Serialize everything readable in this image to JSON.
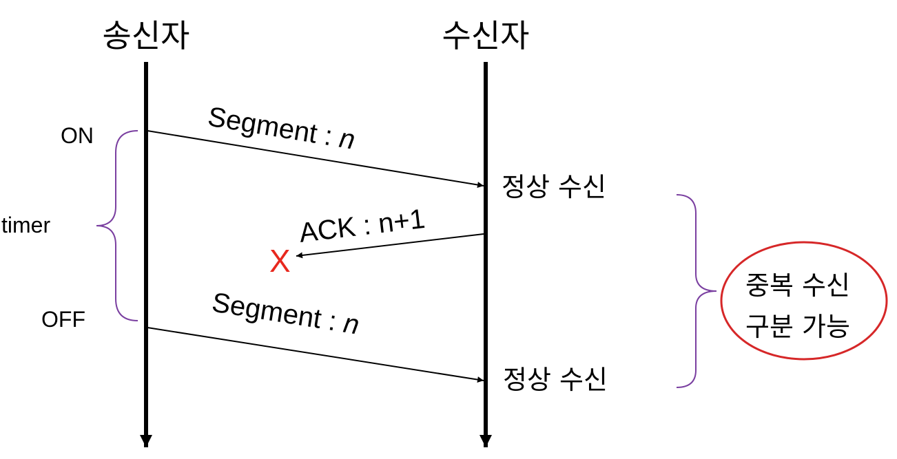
{
  "actors": {
    "sender": "송신자",
    "receiver": "수신자"
  },
  "messages": [
    {
      "prefix": "Segment : ",
      "variable": "n",
      "from": "sender",
      "to": "receiver",
      "outcome": "delivered"
    },
    {
      "text": "ACK : n+1",
      "from": "receiver",
      "to": "sender",
      "outcome": "lost"
    },
    {
      "prefix": "Segment : ",
      "variable": "n",
      "from": "sender",
      "to": "receiver",
      "outcome": "delivered"
    }
  ],
  "receipts": [
    "정상 수신",
    "정상 수신"
  ],
  "timer": {
    "label": "timer",
    "on": "ON",
    "off": "OFF"
  },
  "loss_marker": "X",
  "note": {
    "line1": "중복 수신",
    "line2": "구분 가능"
  },
  "colors": {
    "lifeline": "#000000",
    "brace": "#7a3fa0",
    "loss": "#e8281e",
    "highlight_circle": "#d62728"
  }
}
